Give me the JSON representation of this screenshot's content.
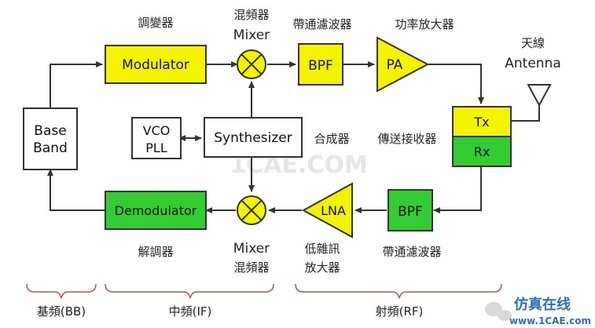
{
  "blocks": {
    "modulator": "Modulator",
    "bpf_tx": "BPF",
    "pa": "PA",
    "baseband_line1": "Base",
    "baseband_line2": "Band",
    "vco_line1": "VCO",
    "vco_line2": "PLL",
    "synthesizer": "Synthesizer",
    "tx": "Tx",
    "rx": "Rx",
    "demodulator": "Demodulator",
    "lna": "LNA",
    "bpf_rx": "BPF"
  },
  "labels": {
    "modulator_cn": "調變器",
    "mixer_tx_cn": "混頻器",
    "mixer_tx_en": "Mixer",
    "bpf_tx_cn": "帶通濾波器",
    "pa_cn": "功率放大器",
    "antenna_cn": "天線",
    "antenna_en": "Antenna",
    "synth_cn": "合成器",
    "transceiver_cn": "傳送接收器",
    "demod_cn": "解調器",
    "mixer_rx_en": "Mixer",
    "mixer_rx_cn": "混頻器",
    "lna_cn_line1": "低雜訊",
    "lna_cn_line2": "放大器",
    "bpf_rx_cn": "帶通濾波器"
  },
  "sections": {
    "bb": "基頻(BB)",
    "if": "中頻(IF)",
    "rf": "射頻(RF)"
  },
  "watermark": {
    "center": "1CAE.COM",
    "brand_cn": "仿真在线",
    "brand_url": "www.1CAE.com"
  },
  "colors": {
    "yellow": "#f5f200",
    "green": "#33cc33",
    "brace": "#c0504d"
  }
}
